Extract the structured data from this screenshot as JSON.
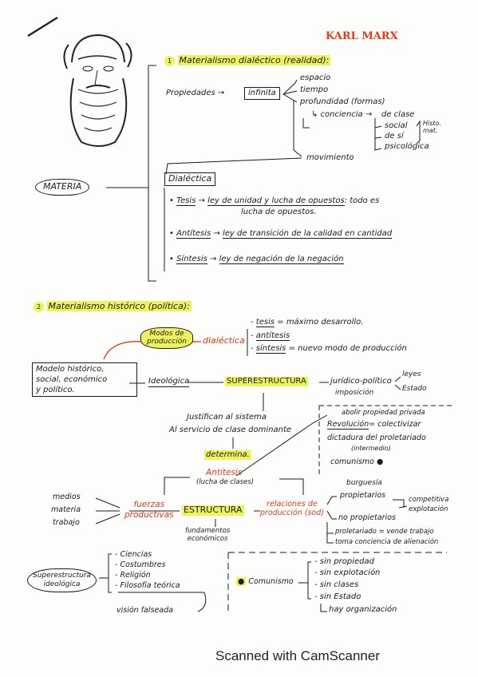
{
  "title": "KARL MARX",
  "matter": "MATERIA",
  "section1": {
    "number": "1",
    "heading": "Materialismo dialéctico (realidad):",
    "properties_label": "Propiedades",
    "infinite": "infinita",
    "properties": [
      "espacio",
      "tiempo",
      "profundidad (formas)"
    ],
    "consciousness_label": "conciencia",
    "consciousness_types": [
      "de clase",
      "social",
      "de sí",
      "psicológica"
    ],
    "histo_mat": "Histo. mat.",
    "movement": "movimiento",
    "dialectic_label": "Dialéctica",
    "thesis": {
      "term": "Tesis",
      "law": "ley de unidad y lucha de opuestos",
      "rest": ": todo es",
      "cont": "lucha de opuestos."
    },
    "antithesis": {
      "term": "Antítesis",
      "law": "ley de transición de la calidad en cantidad"
    },
    "synthesis": {
      "term": "Síntesis",
      "law": "ley de negación de la negación"
    }
  },
  "section2": {
    "number": "2",
    "heading": "Materialismo histórico (política):",
    "modes": "Modos de producción",
    "dialectic": "dialéctica",
    "dialectic_items": [
      {
        "term": "tesis",
        "rest": " = máximo desarrollo."
      },
      {
        "term": "antítesis",
        "rest": ""
      },
      {
        "term": "síntesis",
        "rest": " = nuevo modo de producción"
      }
    ],
    "model": [
      "Modelo histórico,",
      "social, económico",
      "y político."
    ],
    "ideological": "Ideológica",
    "superstructure": "SUPERESTRUCTURA",
    "juridico": "jurídico-político",
    "imposicion": "imposición",
    "laws": "leyes",
    "state": "Estado",
    "justify": "Justifican al sistema",
    "service": "Al servicio de clase dominante",
    "determines": "determina.",
    "abolir": "abolir propiedad privada",
    "revolution": "Revolución",
    "collectivize": "= colectivizar",
    "dictatorship": "dictadura del proletariado",
    "intermediate": "(intermedio)",
    "communism": "comunismo",
    "antithesis": "Antítesis",
    "class_struggle": "(lucha de clases)",
    "means": [
      "medios",
      "materia",
      "trabajo"
    ],
    "forces": [
      "fuerzas",
      "productivas"
    ],
    "structure": "ESTRUCTURA",
    "relations": [
      "relaciones de",
      "producción (sod)"
    ],
    "foundations": [
      "fundamentos",
      "económicos"
    ],
    "bourgeoisie": "burguesía",
    "owners": "propietarios",
    "non_owners": "no propietarios",
    "competition": "competitiva",
    "exploitation": "explotación",
    "proletariat": "proletariado = vende trabajo",
    "alienation": "toma conciencia de alienación",
    "sup_ideol": [
      "Superestructura",
      "ideológica"
    ],
    "ideol_items": [
      "Ciencias",
      "Costumbres",
      "Religión",
      "Filosofía teórica"
    ],
    "false_vision": "visión falseada",
    "comm_label": "Comunismo",
    "comm_items": [
      "sin propiedad",
      "sin explotación",
      "sin clases",
      "sin Estado"
    ],
    "organization": "hay organización"
  },
  "footer": "Scanned with CamScanner",
  "colors": {
    "accent_red": "#e43b18",
    "highlight_yellow": "#eef35c",
    "ink": "#1b1b1b"
  }
}
